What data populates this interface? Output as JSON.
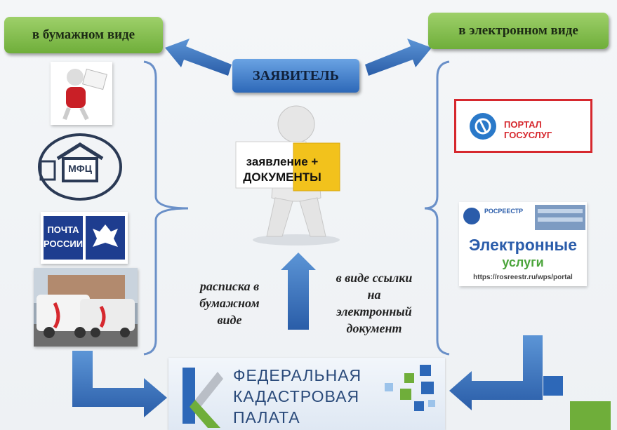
{
  "labels": {
    "paper": "в бумажном виде",
    "electronic": "в электронном виде",
    "applicant": "ЗАЯВИТЕЛЬ",
    "application_line1": "заявление +",
    "application_line2": "ДОКУМЕНТЫ",
    "receipt": [
      "расписка в",
      "бумажном",
      "виде"
    ],
    "link": [
      "в виде ссылки",
      "на",
      "электронный",
      "документ"
    ]
  },
  "paper_channels": {
    "mfc": "МФЦ",
    "post_line1": "ПОЧТА",
    "post_line2": "РОССИИ"
  },
  "electronic_channels": {
    "gosuslugi": "ПОРТАЛ ГОСУСЛУГ",
    "rosreestr": "РОСРЕЕСТР",
    "services_line1": "Электронные",
    "services_line2": "услуги",
    "url": "https://rosreestr.ru/wps/portal"
  },
  "fkp": [
    "ФЕДЕРАЛЬНАЯ",
    "КАДАСТРОВАЯ",
    "ПАЛАТА"
  ],
  "colors": {
    "green": "#7cbc48",
    "blue": "#3a74c4",
    "gosuslugi_red": "#d6282e",
    "rosreestr_blue": "#2a5caa"
  }
}
